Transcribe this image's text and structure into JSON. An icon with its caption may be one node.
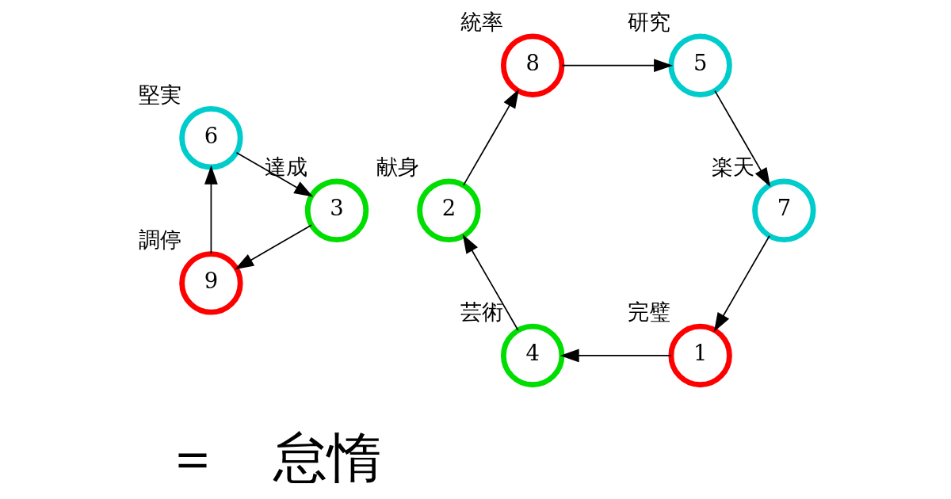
{
  "diagram": {
    "nodes": [
      {
        "text": [
          "9"
        ],
        "beside": [
          "調停"
        ]
      },
      {
        "text": [
          "1"
        ],
        "beside": [
          "完璧"
        ]
      },
      {
        "text": [
          "2"
        ],
        "beside": [
          "献身"
        ]
      },
      {
        "text": [
          "3"
        ],
        "beside": [
          "達成"
        ]
      },
      {
        "text": [
          "4"
        ],
        "beside": [
          "芸術"
        ]
      },
      {
        "text": [
          "5"
        ],
        "beside": [
          "研究"
        ]
      },
      {
        "text": [
          "6"
        ],
        "beside": [
          "堅実"
        ]
      },
      {
        "text": [
          "7"
        ],
        "beside": [
          "楽天"
        ]
      },
      {
        "text": [
          "8"
        ],
        "beside": [
          "統率"
        ]
      }
    ],
    "edges": [
      {
        "from": 1,
        "to": 4,
        "arrow": "to"
      },
      {
        "from": 4,
        "to": 2,
        "arrow": "to"
      },
      {
        "from": 2,
        "to": 8,
        "arrow": "to"
      },
      {
        "from": 8,
        "to": 5,
        "arrow": "to"
      },
      {
        "from": 5,
        "to": 7,
        "arrow": "to"
      },
      {
        "from": 7,
        "to": 1,
        "arrow": "to"
      },
      {
        "from": 0,
        "to": 6,
        "arrow": "to"
      },
      {
        "from": 6,
        "to": 3,
        "arrow": "to"
      },
      {
        "from": 3,
        "to": 0,
        "arrow": "to"
      }
    ],
    "labels": [
      "＝　怠惰"
    ]
  }
}
